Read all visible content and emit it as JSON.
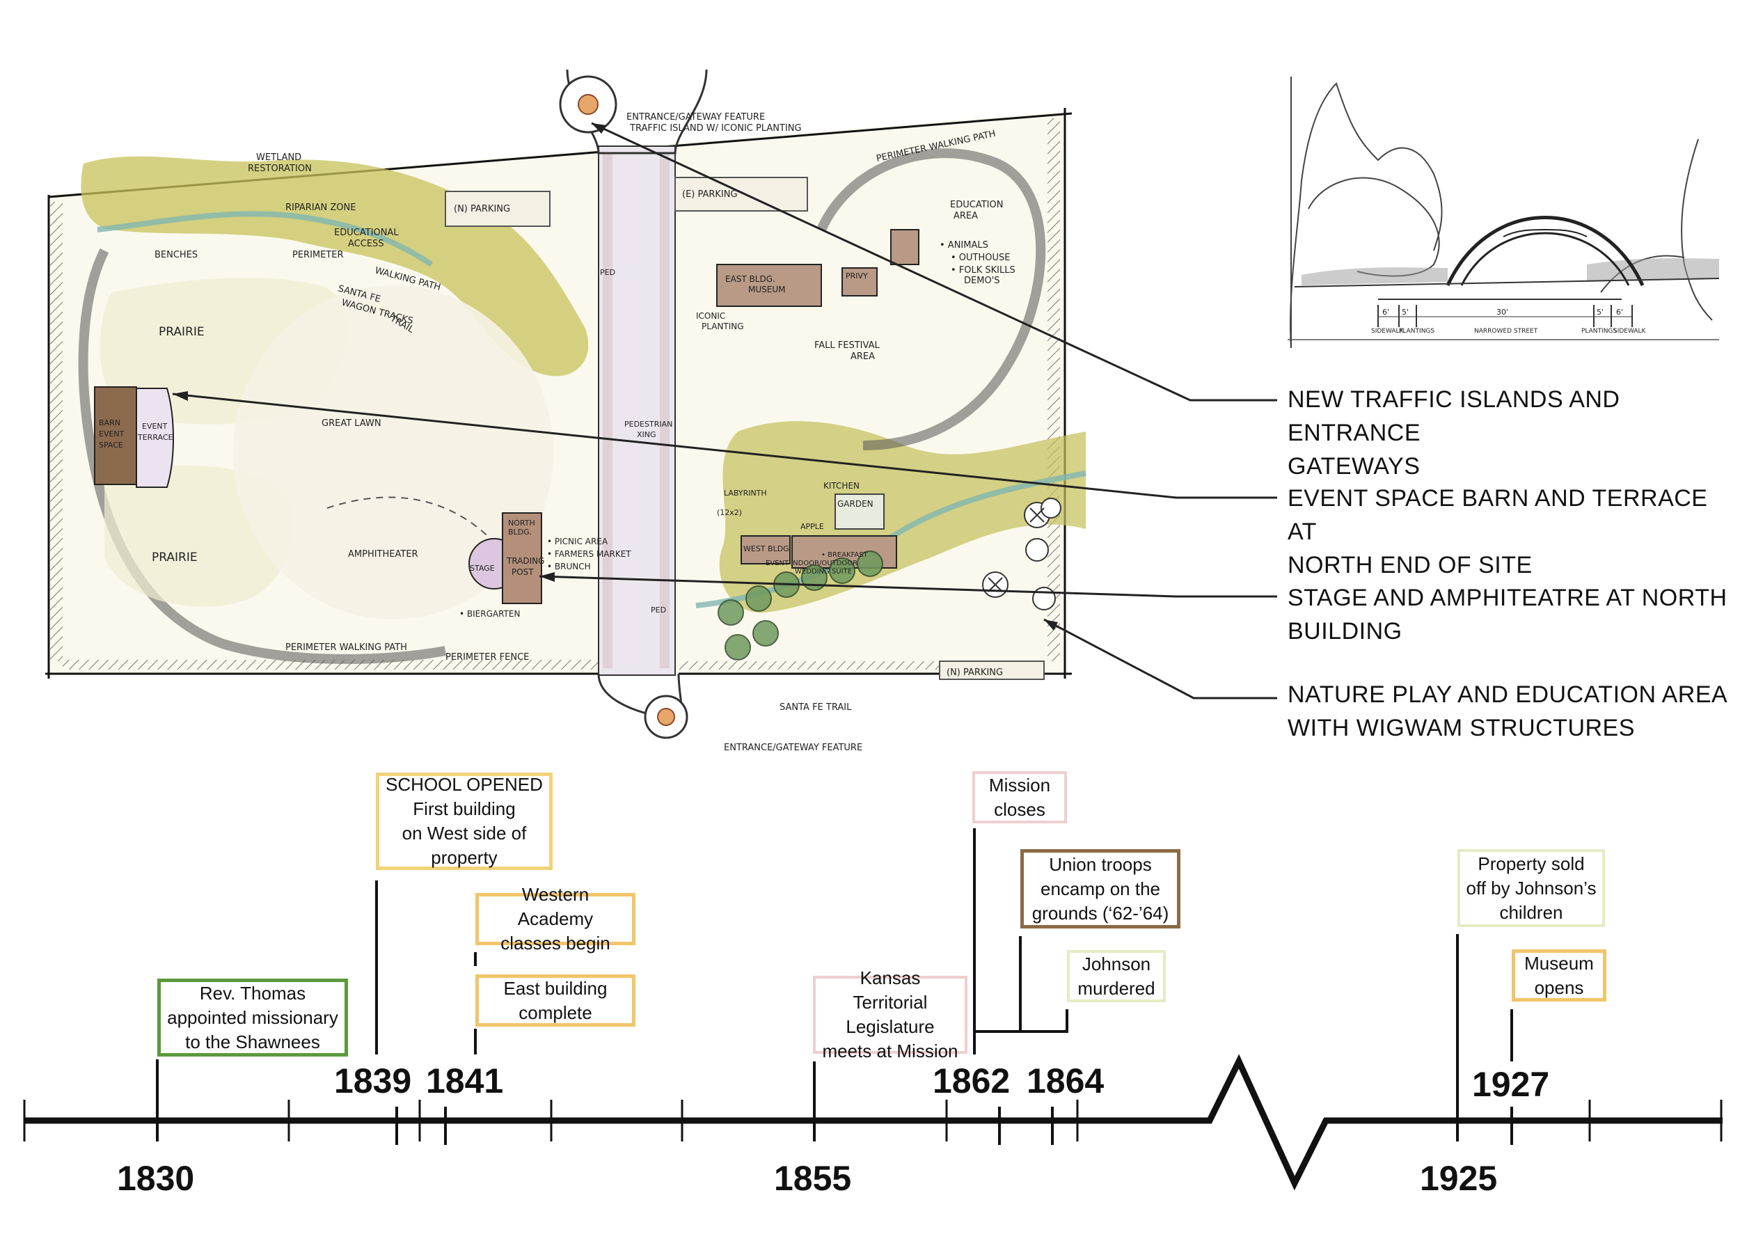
{
  "plan": {
    "labels": {
      "entrance_top": "ENTRANCE/GATEWAY FEATURE",
      "traffic_island": "TRAFFIC ISLAND W/ ICONIC PLANTING",
      "wetland": "WETLAND",
      "restoration": "RESTORATION",
      "riparian": "RIPARIAN ZONE",
      "n_parking": "(N) PARKING",
      "e_parking": "(E) PARKING",
      "perimeter_path_top": "PERIMETER WALKING PATH",
      "education_area": "EDUCATION",
      "education_area2": "AREA",
      "animals": "• ANIMALS",
      "outhouse": "• OUTHOUSE",
      "folk": "• FOLK SKILLS",
      "demos": "DEMO'S",
      "educational": "EDUCATIONAL",
      "access": "ACCESS",
      "benches": "BENCHES",
      "perimeter": "PERIMETER",
      "walking_path": "WALKING PATH",
      "santa_fe": "SANTA FE",
      "wagon_tracks": "WAGON TRACKS",
      "sf_trail": "TRAIL",
      "prairie_top": "PRAIRIE",
      "prairie_bottom": "PRAIRIE",
      "barn": "BARN",
      "event": "EVENT",
      "space": "SPACE",
      "event_terrace": "EVENT",
      "terrace": "TERRACE",
      "great_lawn": "GREAT LAWN",
      "amphitheater": "AMPHITHEATER",
      "stage": "STAGE",
      "north_bldg": "NORTH",
      "bldg": "BLDG.",
      "trading": "TRADING",
      "post": "POST",
      "picnic": "• PICNIC AREA",
      "farmers_market": "• FARMERS MARKET",
      "brunch": "• BRUNCH",
      "biergarten": "• BIERGARTEN",
      "perimeter_path_bottom": "PERIMETER WALKING PATH",
      "perimeter_fence": "PERIMETER FENCE",
      "east_bldg": "EAST BLDG.",
      "museum": "MUSEUM",
      "privy": "PRIVY",
      "iconic_planting": "ICONIC",
      "planting": "PLANTING",
      "fall_festival": "FALL FESTIVAL",
      "area": "AREA",
      "ped_top": "PED",
      "pedestrian": "PEDESTRIAN",
      "xing": "XING",
      "kitchen": "KITCHEN",
      "garden": "GARDEN",
      "labyrinth": "LABYRINTH",
      "size": "(12x2)",
      "west_bldg": "WEST BLDG.",
      "event_indoor": "EVENT INDOOR/OUTDOOR",
      "breakfast": "• BREAKFAST",
      "wedding": "WEDDING SUITE",
      "apple": "APPLE",
      "ped_bottom": "PED",
      "n_parking_bottom": "(N) PARKING",
      "santa_fe_bottom": "SANTA FE TRAIL",
      "entrance_bottom": "ENTRANCE/GATEWAY FEATURE"
    }
  },
  "section": {
    "dims": [
      {
        "value": "6'",
        "label": "SIDEWALK"
      },
      {
        "value": "5'",
        "label": "PLANTINGS"
      },
      {
        "value": "30'",
        "label": "NARROWED STREET"
      },
      {
        "value": "5'",
        "label": "PLANTINGS"
      },
      {
        "value": "6'",
        "label": "SIDEWALK"
      }
    ]
  },
  "callouts": [
    {
      "line1": "NEW TRAFFIC ISLANDS AND ENTRANCE",
      "line2": "GATEWAYS"
    },
    {
      "line1": "EVENT SPACE BARN AND TERRACE AT",
      "line2": "NORTH END OF SITE"
    },
    {
      "line1": "STAGE AND AMPHITEATRE AT NORTH",
      "line2": "BUILDING"
    },
    {
      "line1": "NATURE PLAY AND EDUCATION AREA",
      "line2": "WITH WIGWAM STRUCTURES"
    }
  ],
  "timeline": {
    "events": [
      {
        "text": "Rev. Thomas\nappointed missionary\nto the Shawnees",
        "color": "#5a9a3c"
      },
      {
        "text": "SCHOOL OPENED\nFirst building\non West side of\nproperty",
        "color": "#f2d27a"
      },
      {
        "text": "Western Academy\nclasses begin",
        "color": "#f2c56a"
      },
      {
        "text": "East building\ncomplete",
        "color": "#f2c56a"
      },
      {
        "text": "Kansas Territorial\nLegislature\nmeets at Mission",
        "color": "#efcfcf"
      },
      {
        "text": "Mission\ncloses",
        "color": "#efcfcf"
      },
      {
        "text": "Union troops\nencamp on the\ngrounds (‘62-’64)",
        "color": "#8c6a45"
      },
      {
        "text": "Johnson\nmurdered",
        "color": "#e4ecc2"
      },
      {
        "text": "Property sold\noff by Johnson’s\nchildren",
        "color": "#e4ecc2"
      },
      {
        "text": "Museum\nopens",
        "color": "#f2c56a"
      }
    ],
    "years_top": [
      "1839",
      "1841",
      "1862",
      "1864",
      "1927"
    ],
    "years_axis": [
      "1830",
      "1855",
      "1925"
    ]
  }
}
